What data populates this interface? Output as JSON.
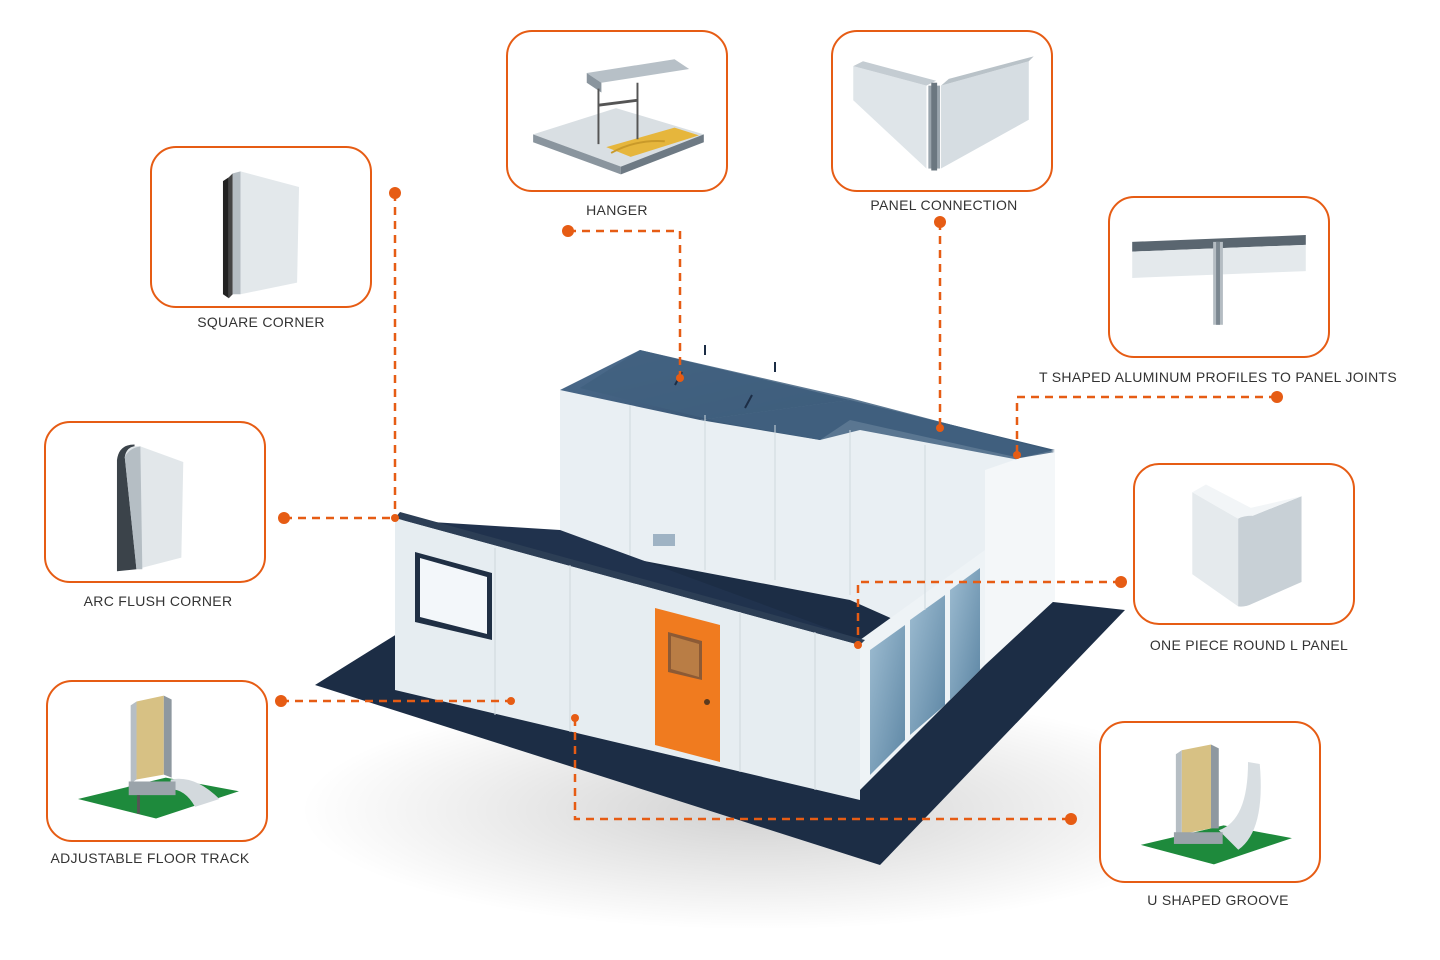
{
  "accent_color": "#e65c14",
  "room_colors": {
    "floor": "#1c2d45",
    "wall": "#e8eef2",
    "door": "#f07b1f",
    "glass": "#7ea4be"
  },
  "callouts": [
    {
      "id": "hanger",
      "label": "HANGER",
      "icon": "hanger-icon"
    },
    {
      "id": "panel-connection",
      "label": "PANEL CONNECTION",
      "icon": "panel-connection-icon"
    },
    {
      "id": "square-corner",
      "label": "SQUARE CORNER",
      "icon": "square-corner-icon"
    },
    {
      "id": "t-profile",
      "label": "T SHAPED ALUMINUM PROFILES  TO PANEL JOINTS",
      "icon": "t-profile-icon"
    },
    {
      "id": "arc-flush-corner",
      "label": "ARC FLUSH CORNER",
      "icon": "arc-corner-icon"
    },
    {
      "id": "round-l-panel",
      "label": "ONE PIECE ROUND L PANEL",
      "icon": "round-l-panel-icon"
    },
    {
      "id": "floor-track",
      "label": "ADJUSTABLE FLOOR TRACK",
      "icon": "floor-track-icon"
    },
    {
      "id": "u-groove",
      "label": "U SHAPED GROOVE",
      "icon": "u-groove-icon"
    }
  ]
}
